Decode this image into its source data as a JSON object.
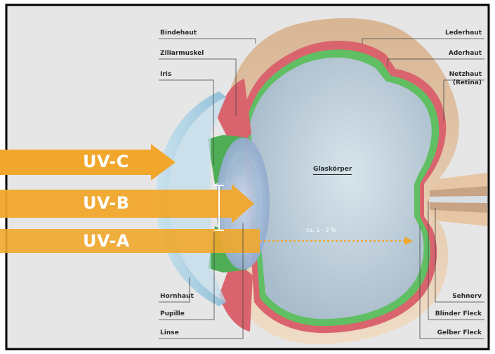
{
  "rays": [
    {
      "label": "UV-C"
    },
    {
      "label": "UV-B"
    },
    {
      "label": "UV-A"
    }
  ],
  "labels_left": {
    "bindehaut": "Bindehaut",
    "ziliarmuskel": "Ziliarmuskel",
    "iris": "Iris",
    "hornhaut": "Hornhaut",
    "pupille": "Pupille",
    "linse": "Linse"
  },
  "labels_right": {
    "lederhaut": "Lederhaut",
    "aderhaut": "Aderhaut",
    "netzhaut_1": "Netzhaut",
    "netzhaut_2": "(Retina)",
    "sehnerv": "Sehnerv",
    "blinder_fleck": "Blinder Fleck",
    "gelber_fleck": "Gelber Fleck"
  },
  "center_label": "Glaskörper",
  "transmission_label": "ca. 1 - 2 %",
  "colors": {
    "uv_arrow": "#f1a72c",
    "background": "#e5e5e5",
    "vitreous": "#c2d3df",
    "retina_green": "#5fbf62",
    "choroid_red": "#d9646e",
    "sclera": "#e9ccb0",
    "cornea": "#a9d2e6"
  }
}
